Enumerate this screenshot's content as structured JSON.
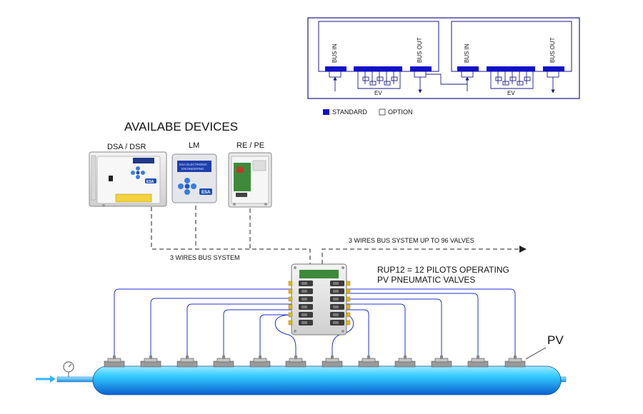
{
  "top_schematic": {
    "bus_in_1": "BUS IN",
    "bus_out_1": "BUS OUT",
    "ev_1": "EV",
    "bus_in_2": "BUS IN",
    "bus_out_2": "BUS OUT",
    "ev_2": "EV",
    "legend_standard": "STANDARD",
    "legend_option": "OPTION",
    "colors": {
      "standard": "#1010cc",
      "frame": "#1a1a8c"
    }
  },
  "devices": {
    "heading": "AVAILABE DEVICES",
    "dsa_label": "DSA / DSR",
    "lm_label": "LM",
    "re_label": "RE / PE",
    "lm_screen_line1": "ESA ELECTRONIC",
    "lm_screen_line2": "ENGINEERING",
    "brand": "ESA"
  },
  "bus": {
    "left_label": "3 WIRES BUS SYSTEM",
    "right_label": "3 WIRES BUS SYSTEM UP TO 96 VALVES"
  },
  "rup": {
    "line1": "RUP12 = 12 PILOTS OPERATING",
    "line2": "PV  PNEUMATIC VALVES"
  },
  "pv_label": "PV",
  "colors": {
    "tube": "#33ccff",
    "tube_dark": "#0a6fd6",
    "air_hose": "#2233cc",
    "inlet_arrow": "#33b5ff",
    "dashed": "#222222"
  }
}
